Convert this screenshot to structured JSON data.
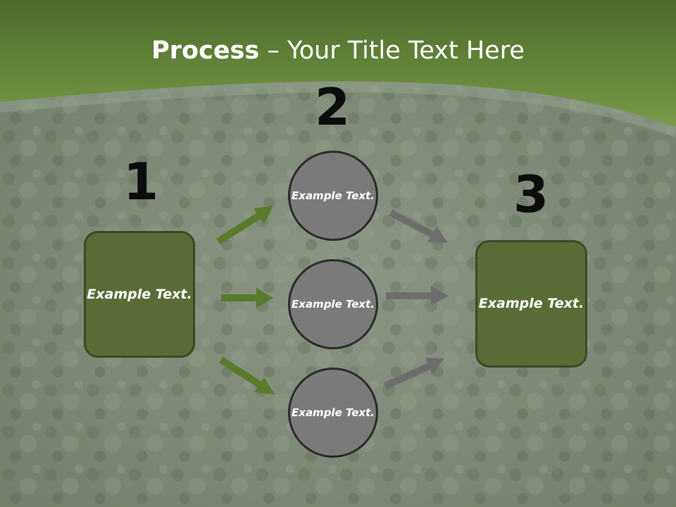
{
  "slide": {
    "title_bold": "Process",
    "title_rest": " – Your Title Text Here"
  },
  "steps": {
    "one": "1",
    "two": "2",
    "three": "3"
  },
  "nodes": {
    "left_box": "Example Text.",
    "right_box": "Example Text.",
    "circle_top": "Example Text.",
    "circle_middle": "Example Text.",
    "circle_bottom": "Example Text."
  },
  "colors": {
    "header_green": "#6b8a3c",
    "box_green": "#5a6c36",
    "arrow_green": "#5a7a2c",
    "arrow_gray": "#6e6e6e",
    "circle_gray": "#7a7a7a"
  }
}
